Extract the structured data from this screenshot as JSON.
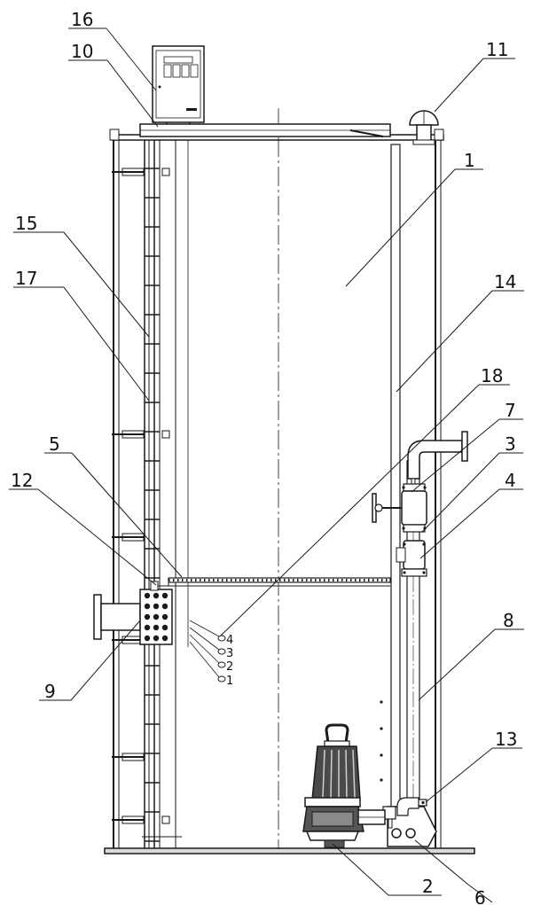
{
  "callouts": [
    {
      "id": "c16",
      "label": "16"
    },
    {
      "id": "c10",
      "label": "10"
    },
    {
      "id": "c11",
      "label": "11"
    },
    {
      "id": "c1",
      "label": "1"
    },
    {
      "id": "c15",
      "label": "15"
    },
    {
      "id": "c14",
      "label": "14"
    },
    {
      "id": "c17",
      "label": "17"
    },
    {
      "id": "c18",
      "label": "18"
    },
    {
      "id": "c7",
      "label": "7"
    },
    {
      "id": "c3",
      "label": "3"
    },
    {
      "id": "c5",
      "label": "5"
    },
    {
      "id": "c4",
      "label": "4"
    },
    {
      "id": "c12",
      "label": "12"
    },
    {
      "id": "c9",
      "label": "9"
    },
    {
      "id": "c8",
      "label": "8"
    },
    {
      "id": "c13",
      "label": "13"
    },
    {
      "id": "c2",
      "label": "2"
    },
    {
      "id": "c6",
      "label": "6"
    }
  ],
  "float_switch_labels": [
    "4",
    "3",
    "2",
    "1"
  ],
  "colors": {
    "line": "#1a1a1a",
    "background": "#ffffff"
  }
}
